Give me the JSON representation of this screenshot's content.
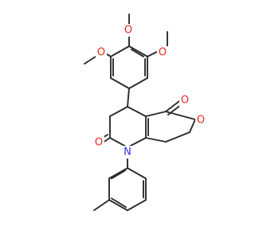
{
  "diagram": {
    "type": "chemical-structure",
    "colors": {
      "bond": "#2b2b2b",
      "oxygen": "#e8291c",
      "nitrogen": "#2a35e0",
      "background": "#ffffff"
    },
    "atom_labels": {
      "o_meo_left": "O",
      "o_meo_top": "O",
      "o_meo_right": "O",
      "o_ketone_right": "O",
      "o_ring": "O",
      "o_ketone_left": "O",
      "n_ring": "N"
    }
  }
}
